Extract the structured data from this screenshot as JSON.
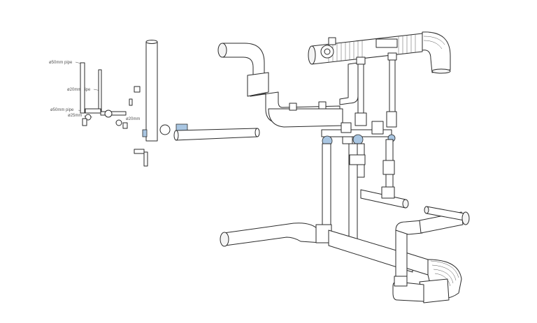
{
  "labels": {
    "pipe_50_top": "ø50mm pipe",
    "pipe_20": "ø20mm pipe",
    "pipe_50_mid": "ø50mm pipe",
    "label_25": "ø25mm",
    "label_20": "ø20mm"
  }
}
